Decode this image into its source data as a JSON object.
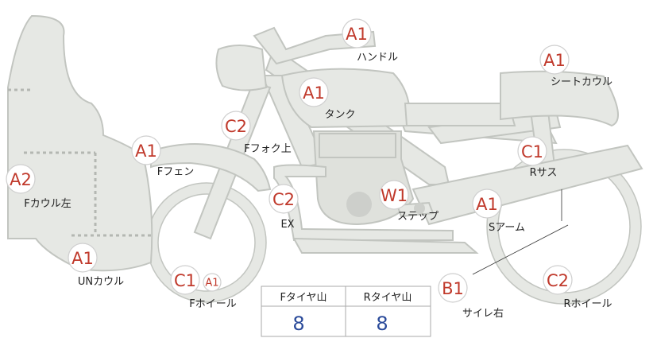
{
  "parts": [
    {
      "key": "handle",
      "grade": "A1",
      "label": "ハンドル"
    },
    {
      "key": "seatcowl",
      "grade": "A1",
      "label": "シートカウル"
    },
    {
      "key": "tank",
      "grade": "A1",
      "label": "タンク"
    },
    {
      "key": "ffork",
      "grade": "C2",
      "label": "Fフォク上"
    },
    {
      "key": "rsus",
      "grade": "C1",
      "label": "Rサス"
    },
    {
      "key": "ffender",
      "grade": "A1",
      "label": "Fフェン"
    },
    {
      "key": "fcowl-left",
      "grade": "A2",
      "label": "Fカウル左"
    },
    {
      "key": "ex",
      "grade": "C2",
      "label": "EX"
    },
    {
      "key": "step",
      "grade": "W1",
      "label": "ステップ"
    },
    {
      "key": "swingarm",
      "grade": "A1",
      "label": "Sアーム"
    },
    {
      "key": "undercowl",
      "grade": "A1",
      "label": "UNカウル"
    },
    {
      "key": "fwheel",
      "grade": "C1",
      "grade2": "A1",
      "label": "Fホイール"
    },
    {
      "key": "sideright",
      "grade": "B1",
      "label": "サイレ右"
    },
    {
      "key": "rwheel",
      "grade": "C2",
      "label": "Rホイール"
    }
  ],
  "tread": {
    "front_label": "Fタイヤ山",
    "rear_label": "Rタイヤ山",
    "front_value": "8",
    "rear_value": "8"
  }
}
